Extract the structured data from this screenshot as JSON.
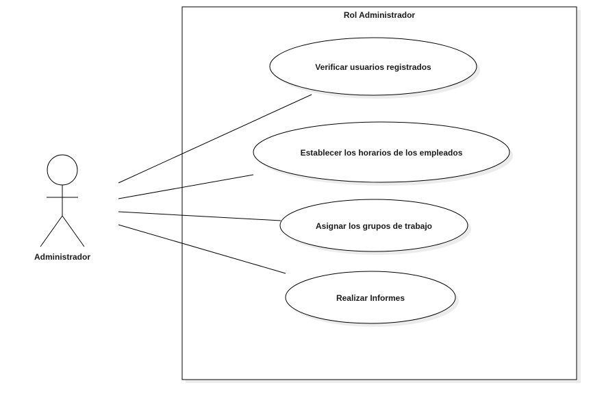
{
  "system": {
    "title": "Rol Administrador"
  },
  "actor": {
    "name": "Administrador"
  },
  "use_cases": [
    {
      "label": "Verificar usuarios registrados"
    },
    {
      "label": "Establecer los horarios de los empleados"
    },
    {
      "label": "Asignar los grupos de trabajo"
    },
    {
      "label": "Realizar Informes"
    }
  ],
  "colors": {
    "stroke": "#000000",
    "shadow": "#e6e6e6",
    "text": "#1a1a1a",
    "background": "#ffffff"
  }
}
